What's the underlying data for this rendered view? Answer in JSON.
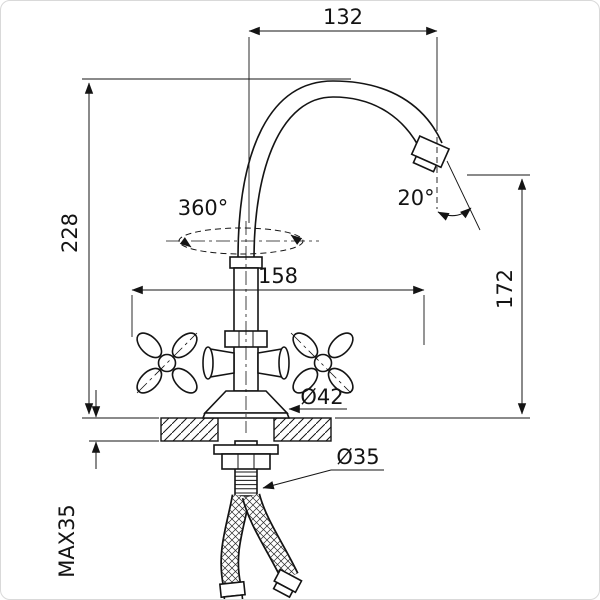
{
  "drawing": {
    "kind": "faucet-dimension-drawing",
    "labels": {
      "spout_reach": "132",
      "total_height": "228",
      "swivel_angle": "360°",
      "outlet_angle": "20°",
      "width_overall": "158",
      "outlet_height": "172",
      "base_diameter": "Ø42",
      "shank_diameter": "Ø35",
      "max_mount_thickness": "MAX35"
    },
    "colors": {
      "line": "#141414",
      "background": "#ffffff",
      "frame": "#d9d9d9"
    }
  }
}
